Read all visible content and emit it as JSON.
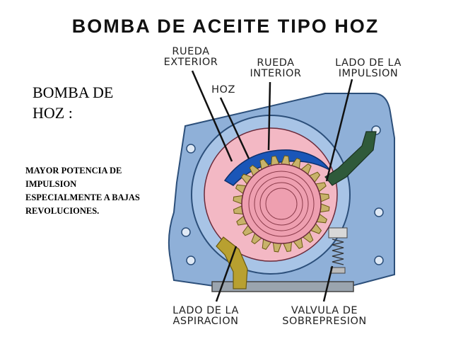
{
  "slide": {
    "title": "BOMBA DE ACEITE TIPO HOZ",
    "subtitle": "BOMBA  DE\nHOZ :",
    "body": "MAYOR POTENCIA DE\nIMPULSION\nESPECIALMENTE A BAJAS\nREVOLUCIONES."
  },
  "diagram": {
    "labels": {
      "outer_gear": "RUEDA\nEXTERIOR",
      "inner_gear": "RUEDA\nINTERIOR",
      "crescent": "HOZ",
      "discharge_side": "LADO DE LA\nIMPULSION",
      "suction_side": "LADO DE LA\nASPIRACION",
      "relief_valve": "VALVULA DE\nSOBREPRESION"
    },
    "colors": {
      "housing": "#8fb0d8",
      "housing_stroke": "#2c4f7a",
      "outer_gear": "#f3b8c4",
      "inner_gear": "#c8b26a",
      "crescent": "#1a56b8",
      "discharge_channel": "#2f5a3a",
      "suction_channel": "#b8a030",
      "leader_line": "#111111"
    }
  }
}
